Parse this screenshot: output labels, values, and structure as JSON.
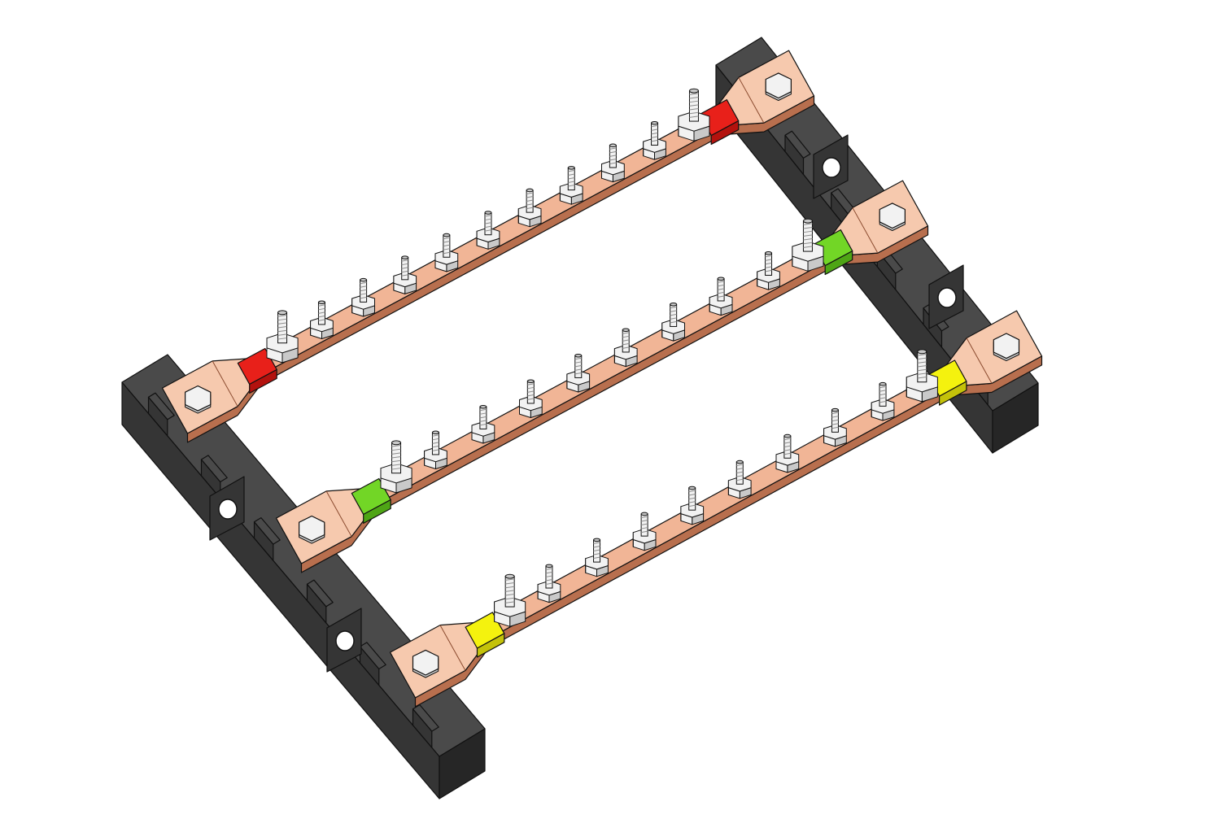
{
  "scene": {
    "subject": "busbar-assembly",
    "background_color": "#ffffff",
    "colors": {
      "copper_top": "#f1b596",
      "copper_top_light": "#f6c9ae",
      "copper_side": "#b86f4e",
      "copper_edge": "#8a4a2e",
      "insulator_top": "#4a4a4a",
      "insulator_side": "#262626",
      "insulator_front": "#353535",
      "steel_light": "#f2f2f2",
      "steel_mid": "#c9c9c9",
      "steel_dark": "#8c8c8c",
      "outline": "#111111"
    },
    "insulator_blocks": [
      {
        "name": "front-insulator-block",
        "mounting_holes": 2
      },
      {
        "name": "back-insulator-block",
        "mounting_holes": 2
      }
    ],
    "busbars": [
      {
        "name": "busbar-red",
        "phase_color": "#e8201a",
        "phase_color_dark": "#b3120e",
        "large_studs": 2,
        "small_studs": 9,
        "end_terminals": 2
      },
      {
        "name": "busbar-green",
        "phase_color": "#72d626",
        "phase_color_dark": "#4ea515",
        "large_studs": 2,
        "small_studs": 8,
        "end_terminals": 2
      },
      {
        "name": "busbar-yellow",
        "phase_color": "#f4f20e",
        "phase_color_dark": "#c4c20a",
        "large_studs": 2,
        "small_studs": 8,
        "end_terminals": 2
      }
    ]
  }
}
